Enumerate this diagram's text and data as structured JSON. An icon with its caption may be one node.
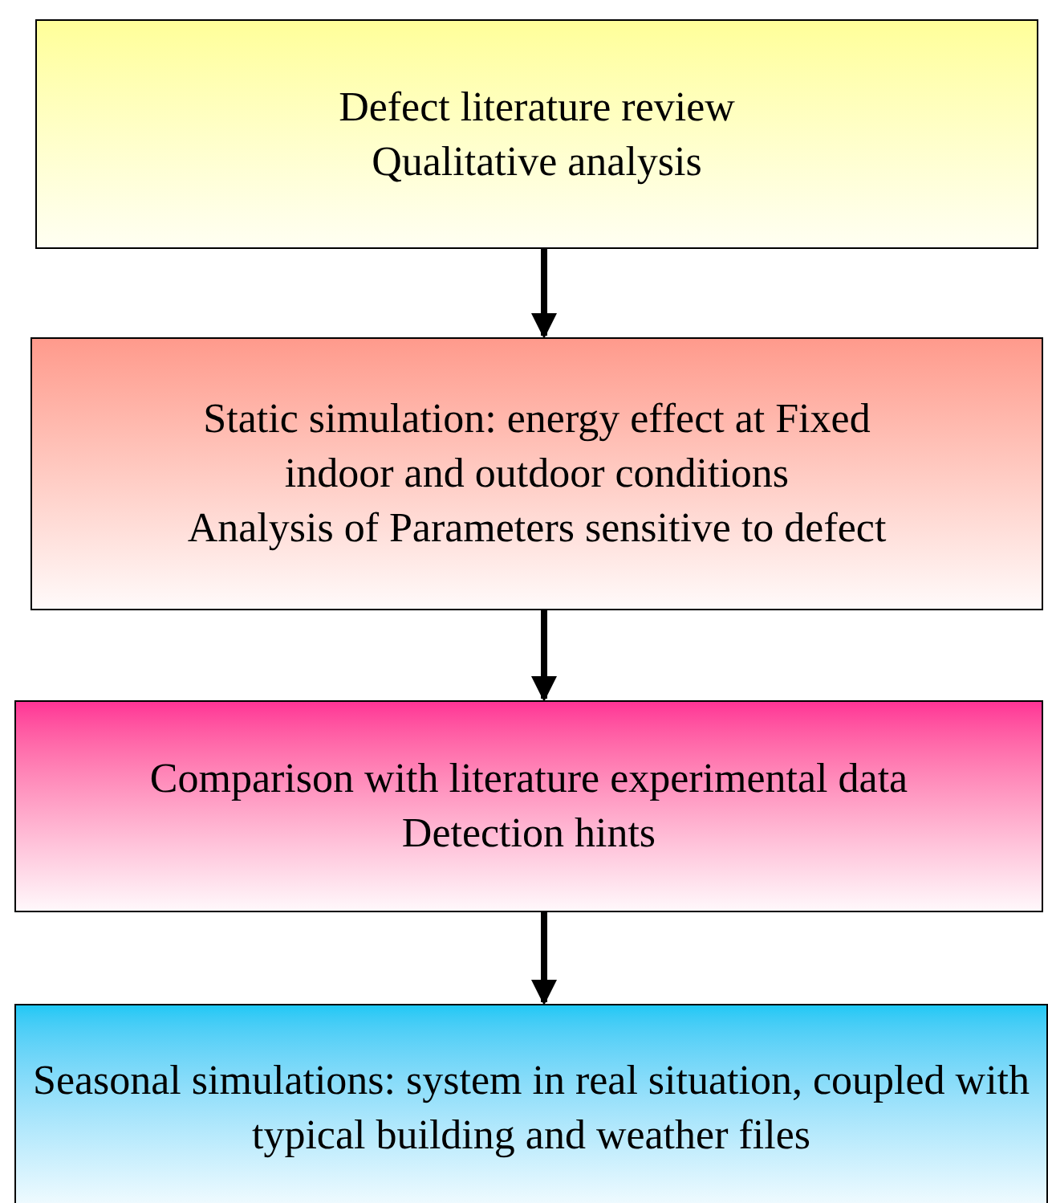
{
  "diagram": {
    "nodes": [
      {
        "text": [
          "Defect literature review",
          "Qualitative analysis"
        ]
      },
      {
        "text": [
          "Static simulation: energy effect at Fixed indoor and outdoor conditions",
          "Analysis of Parameters sensitive to defect"
        ]
      },
      {
        "text": [
          "Comparison with literature experimental data",
          "Detection hints"
        ]
      },
      {
        "text": [
          "Seasonal simulations: system in real situation, coupled with typical building and weather files"
        ]
      }
    ],
    "edges": [
      {
        "from": 0,
        "to": 1,
        "arrow": "to"
      },
      {
        "from": 1,
        "to": 2,
        "arrow": "to"
      },
      {
        "from": 2,
        "to": 3,
        "arrow": "to"
      }
    ]
  }
}
